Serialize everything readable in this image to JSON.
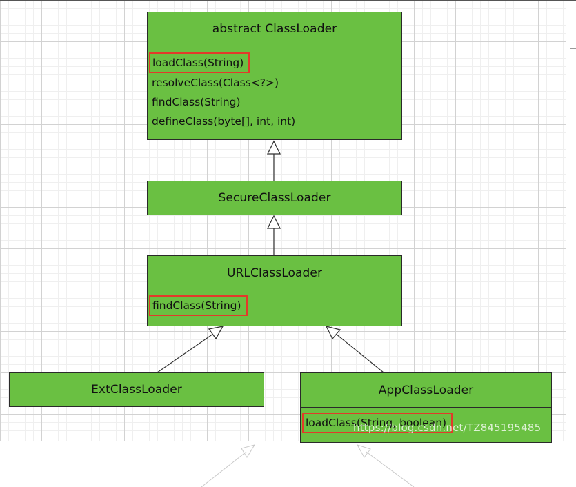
{
  "diagram": {
    "classes": {
      "class_loader": {
        "name": "abstract ClassLoader",
        "methods": [
          {
            "label": "loadClass(String)",
            "highlighted": true
          },
          {
            "label": "resolveClass(Class<?>)",
            "highlighted": false
          },
          {
            "label": "findClass(String)",
            "highlighted": false
          },
          {
            "label": "defineClass(byte[], int, int)",
            "highlighted": false
          }
        ]
      },
      "secure_class_loader": {
        "name": "SecureClassLoader"
      },
      "url_class_loader": {
        "name": "URLClassLoader",
        "methods": [
          {
            "label": "findClass(String)",
            "highlighted": true
          }
        ]
      },
      "ext_class_loader": {
        "name": "ExtClassLoader"
      },
      "app_class_loader": {
        "name": "AppClassLoader",
        "methods": [
          {
            "label": "loadClass(String, boolean)",
            "highlighted": true
          }
        ]
      }
    },
    "relations": [
      {
        "from": "SecureClassLoader",
        "to": "abstract ClassLoader",
        "type": "inheritance"
      },
      {
        "from": "URLClassLoader",
        "to": "SecureClassLoader",
        "type": "inheritance"
      },
      {
        "from": "ExtClassLoader",
        "to": "URLClassLoader",
        "type": "inheritance"
      },
      {
        "from": "AppClassLoader",
        "to": "URLClassLoader",
        "type": "inheritance"
      }
    ]
  },
  "watermark": "https://blog.csdn.net/TZ845195485",
  "colors": {
    "class_fill": "#6ac042",
    "class_border": "#2a2a2a",
    "highlight_border": "#e23a2a",
    "grid_line": "#d2d2d2",
    "connector": "#333333"
  }
}
